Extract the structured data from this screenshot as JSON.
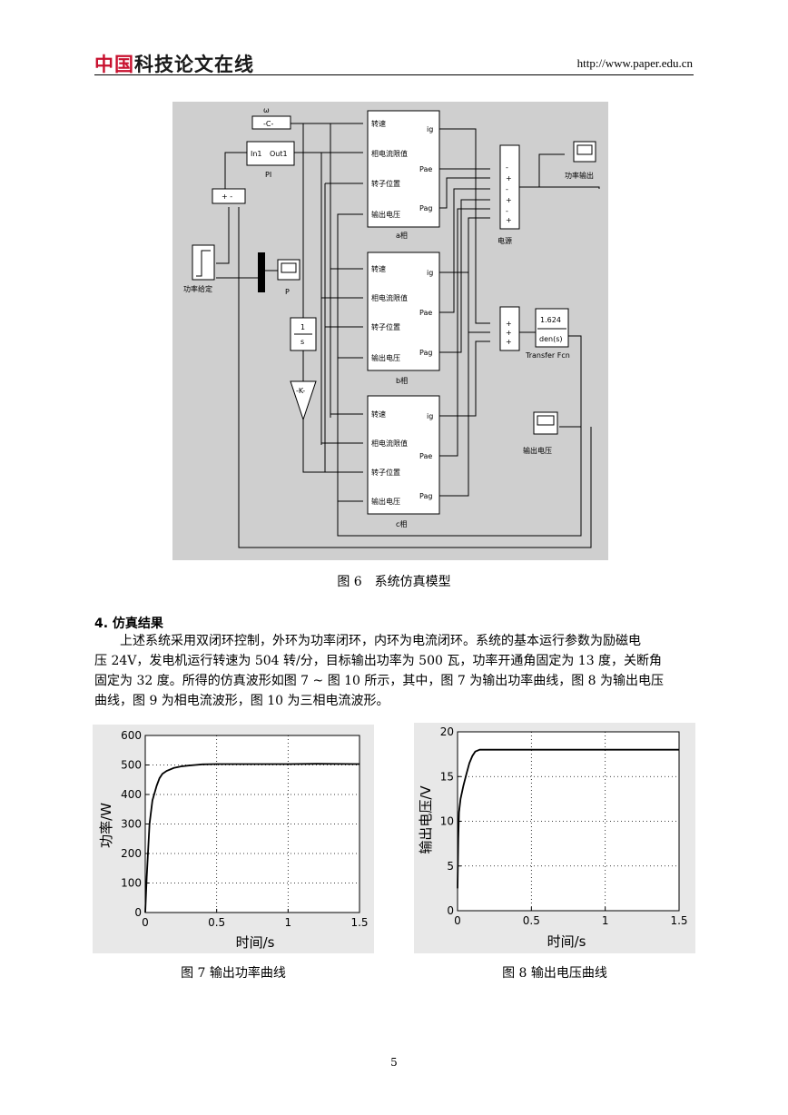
{
  "header": {
    "logo_red": "中国",
    "logo_dark": "科技论文在线",
    "url": "http://www.paper.edu.cn"
  },
  "fig6": {
    "caption": "图 6　系统仿真模型",
    "blocks": {
      "omega": "ω",
      "const": "-C-",
      "pi_in": "In1",
      "pi_out": "Out1",
      "pi_name": "PI",
      "sum": "+ -",
      "power_set": "功率给定",
      "scope_p": "P",
      "int_num": "1",
      "int_den": "s",
      "gain": "-K-",
      "mux_pm": [
        "-",
        "+",
        "-",
        "+",
        "-",
        "+"
      ],
      "source_name": "电源",
      "power_out": "功率输出",
      "sum3": [
        "+",
        "+",
        "+"
      ],
      "tf_num": "1.624",
      "tf_den": "den(s)",
      "tf_name": "Transfer Fcn",
      "out_voltage": "输出电压",
      "phase_in": [
        "转速",
        "相电流限值",
        "转子位置",
        "输出电压"
      ],
      "phase_out": [
        "ig",
        "Pae",
        "Pag"
      ],
      "phase_names": [
        "a相",
        "b相",
        "c相"
      ]
    }
  },
  "section": {
    "heading": "4. 仿真结果",
    "lines": [
      "上述系统采用双闭环控制，外环为功率闭环，内环为电流闭环。系统的基本运行参数为励磁电",
      "压 24V，发电机运行转速为 504 转/分，目标输出功率为 500 瓦，功率开通角固定为 13 度，关断角",
      "固定为 32 度。所得的仿真波形如图 7 ~ 图 10 所示，其中，图 7 为输出功率曲线，图 8 为输出电压",
      "曲线，图 9 为相电流波形，图 10 为三相电流波形。"
    ]
  },
  "chart_data": [
    {
      "type": "line",
      "caption": "图 7  输出功率曲线",
      "xlabel": "时间/s",
      "ylabel": "功率/W",
      "xlim": [
        0,
        1.5
      ],
      "ylim": [
        0,
        600
      ],
      "xticks": [
        "0",
        "0.5",
        "1",
        "1.5"
      ],
      "yticks": [
        "0",
        "100",
        "200",
        "300",
        "400",
        "500",
        "600"
      ],
      "grid": true,
      "x": [
        0,
        0.01,
        0.03,
        0.05,
        0.08,
        0.1,
        0.12,
        0.15,
        0.2,
        0.25,
        0.3,
        0.35,
        0.4,
        0.5,
        0.7,
        1.0,
        1.2,
        1.5
      ],
      "y": [
        0,
        120,
        300,
        380,
        430,
        455,
        470,
        480,
        490,
        495,
        498,
        500,
        502,
        503,
        503,
        503,
        504,
        503
      ]
    },
    {
      "type": "line",
      "caption": "图 8  输出电压曲线",
      "xlabel": "时间/s",
      "ylabel": "输出电压/V",
      "xlim": [
        0,
        1.5
      ],
      "ylim": [
        0,
        20
      ],
      "xticks": [
        "0",
        "0.5",
        "1",
        "1.5"
      ],
      "yticks": [
        "0",
        "5",
        "10",
        "15",
        "20"
      ],
      "grid": true,
      "x": [
        0,
        0.005,
        0.01,
        0.02,
        0.04,
        0.06,
        0.08,
        0.1,
        0.12,
        0.15,
        0.3,
        0.5,
        1.0,
        1.5
      ],
      "y": [
        2.5,
        8,
        11,
        12.5,
        14,
        15.3,
        16.5,
        17.3,
        17.8,
        18,
        18,
        18,
        18,
        18
      ]
    }
  ],
  "footer": {
    "page_number": "5"
  }
}
